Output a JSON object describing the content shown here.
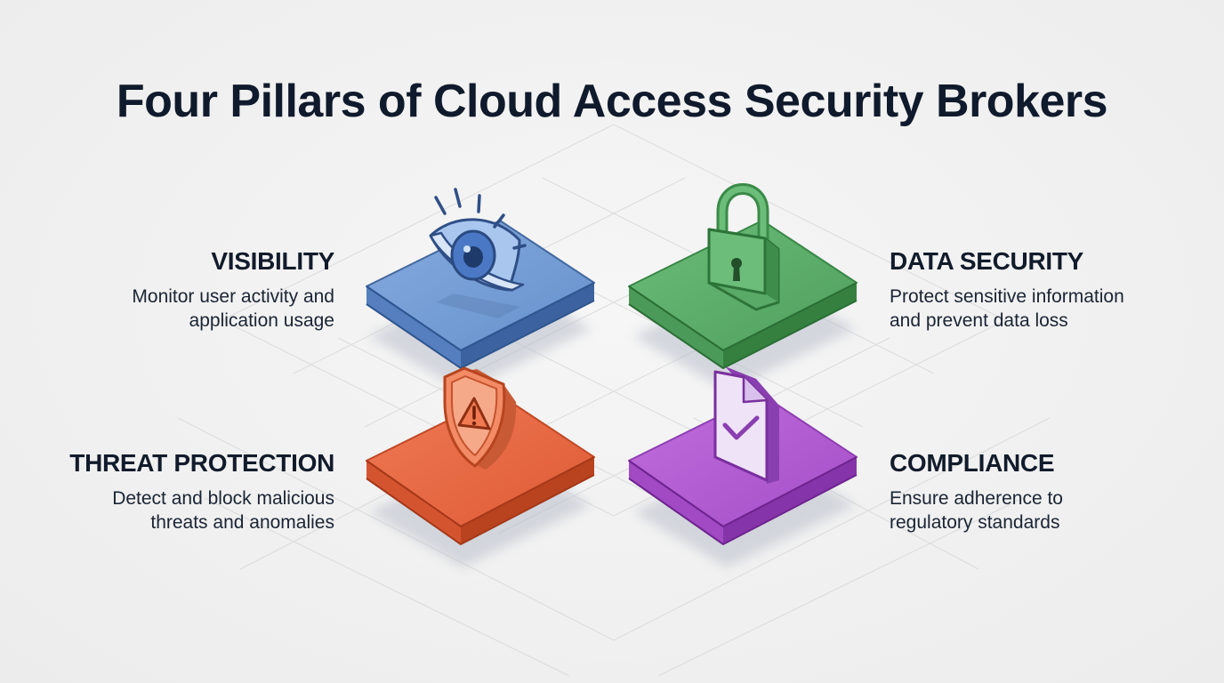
{
  "title": "Four Pillars of Cloud Access Security Brokers",
  "pillars": [
    {
      "key": "visibility",
      "heading": "VISIBILITY",
      "description": [
        "Monitor user activity and",
        "application usage"
      ],
      "icon": "eye-icon",
      "color": "#6f9bd6"
    },
    {
      "key": "data-security",
      "heading": "DATA SECURITY",
      "description": [
        "Protect sensitive information",
        "and prevent data loss"
      ],
      "icon": "padlock-icon",
      "color": "#5aab68"
    },
    {
      "key": "threat-protection",
      "heading": "THREAT PROTECTION",
      "description": [
        "Detect and block malicious",
        "threats and anomalies"
      ],
      "icon": "warning-shield-icon",
      "color": "#e4653f"
    },
    {
      "key": "compliance",
      "heading": "COMPLIANCE",
      "description": [
        "Ensure adherence to",
        "regulatory standards"
      ],
      "icon": "checked-document-icon",
      "color": "#b25cd0"
    }
  ]
}
